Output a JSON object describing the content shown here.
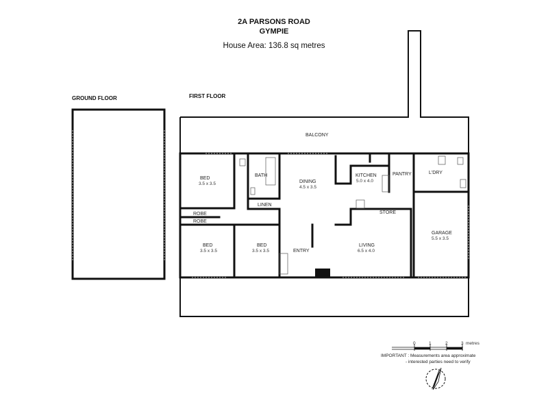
{
  "header": {
    "address_line1": "2A PARSONS ROAD",
    "address_line2": "GYMPIE",
    "house_area": "House Area: 136.8 sq metres"
  },
  "floors": {
    "ground_label": "GROUND FLOOR",
    "first_label": "FIRST FLOOR"
  },
  "rooms": {
    "balcony": "BALCONY",
    "bed1": {
      "name": "BED",
      "size": "3.5 x 3.5"
    },
    "bath": "BATH",
    "linen": "LINEN",
    "dining": {
      "name": "DINING",
      "size": "4.5 x 3.5"
    },
    "kitchen": {
      "name": "KITCHEN",
      "size": "5.0 x 4.0"
    },
    "pantry": "PANTRY",
    "laundry": "L'DRY",
    "robe1": "ROBE",
    "robe2": "ROBE",
    "store": "STORE",
    "bed2": {
      "name": "BED",
      "size": "3.5 x 3.5"
    },
    "bed3": {
      "name": "BED",
      "size": "3.5 x 3.5"
    },
    "entry": "ENTRY",
    "living": {
      "name": "LIVING",
      "size": "6.5 x 4.0"
    },
    "garage": {
      "name": "GARAGE",
      "size": "5.5 x 3.5"
    }
  },
  "scale": {
    "ticks": [
      "0",
      "1",
      "2",
      "3"
    ],
    "unit": "metres"
  },
  "notes": {
    "line1": "IMPORTANT : Measurements area approximate",
    "line2": "- interested parties need to verify"
  },
  "icons": {
    "compass": "compass-north-icon"
  }
}
